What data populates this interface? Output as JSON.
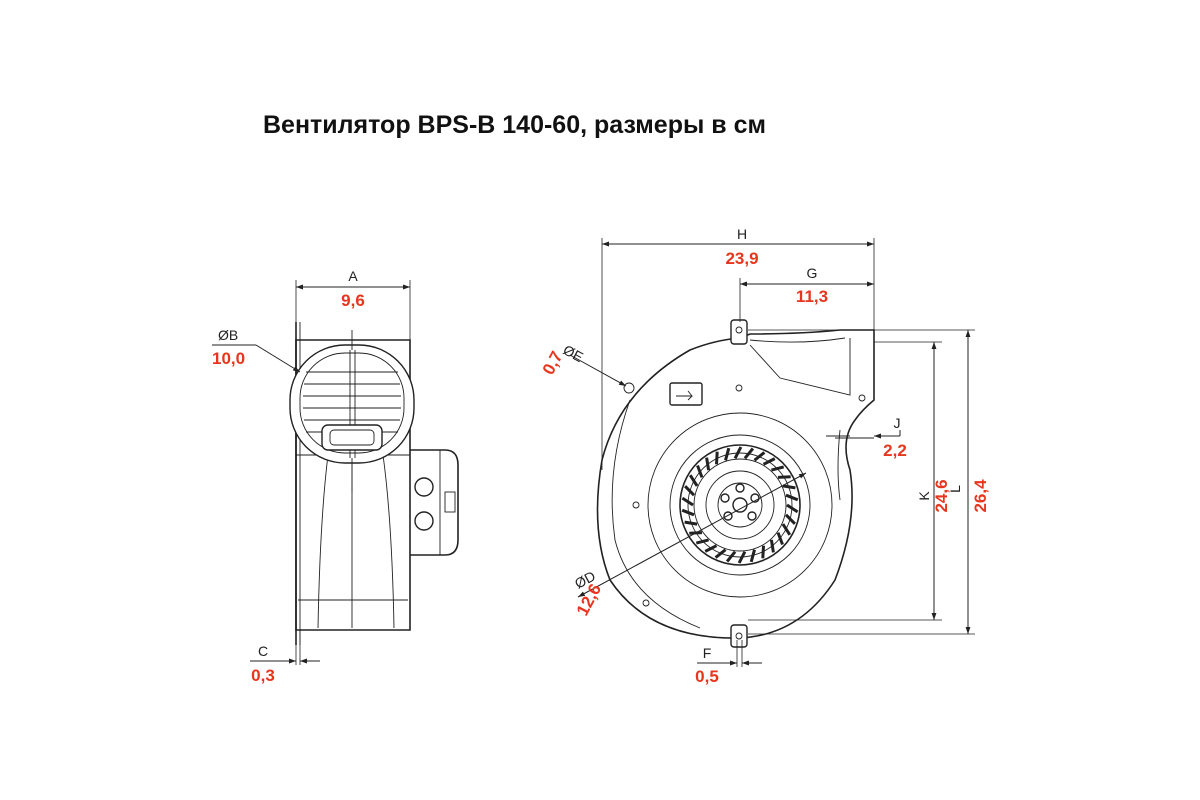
{
  "title": "Вентилятор BPS-B 140-60, размеры в см",
  "colors": {
    "value": "#e8361e",
    "line": "#222222"
  },
  "dimensions": {
    "A": {
      "letter": "A",
      "value": "9,6"
    },
    "B": {
      "letter": "ØB",
      "value": "10,0"
    },
    "C": {
      "letter": "C",
      "value": "0,3"
    },
    "D": {
      "letter": "ØD",
      "value": "12,6"
    },
    "E": {
      "letter": "ØE",
      "value": "0,7"
    },
    "F": {
      "letter": "F",
      "value": "0,5"
    },
    "G": {
      "letter": "G",
      "value": "11,3"
    },
    "H": {
      "letter": "H",
      "value": "23,9"
    },
    "J": {
      "letter": "J",
      "value": "2,2"
    },
    "K": {
      "letter": "K",
      "value": "24,6"
    },
    "L": {
      "letter": "L",
      "value": "26,4"
    }
  }
}
